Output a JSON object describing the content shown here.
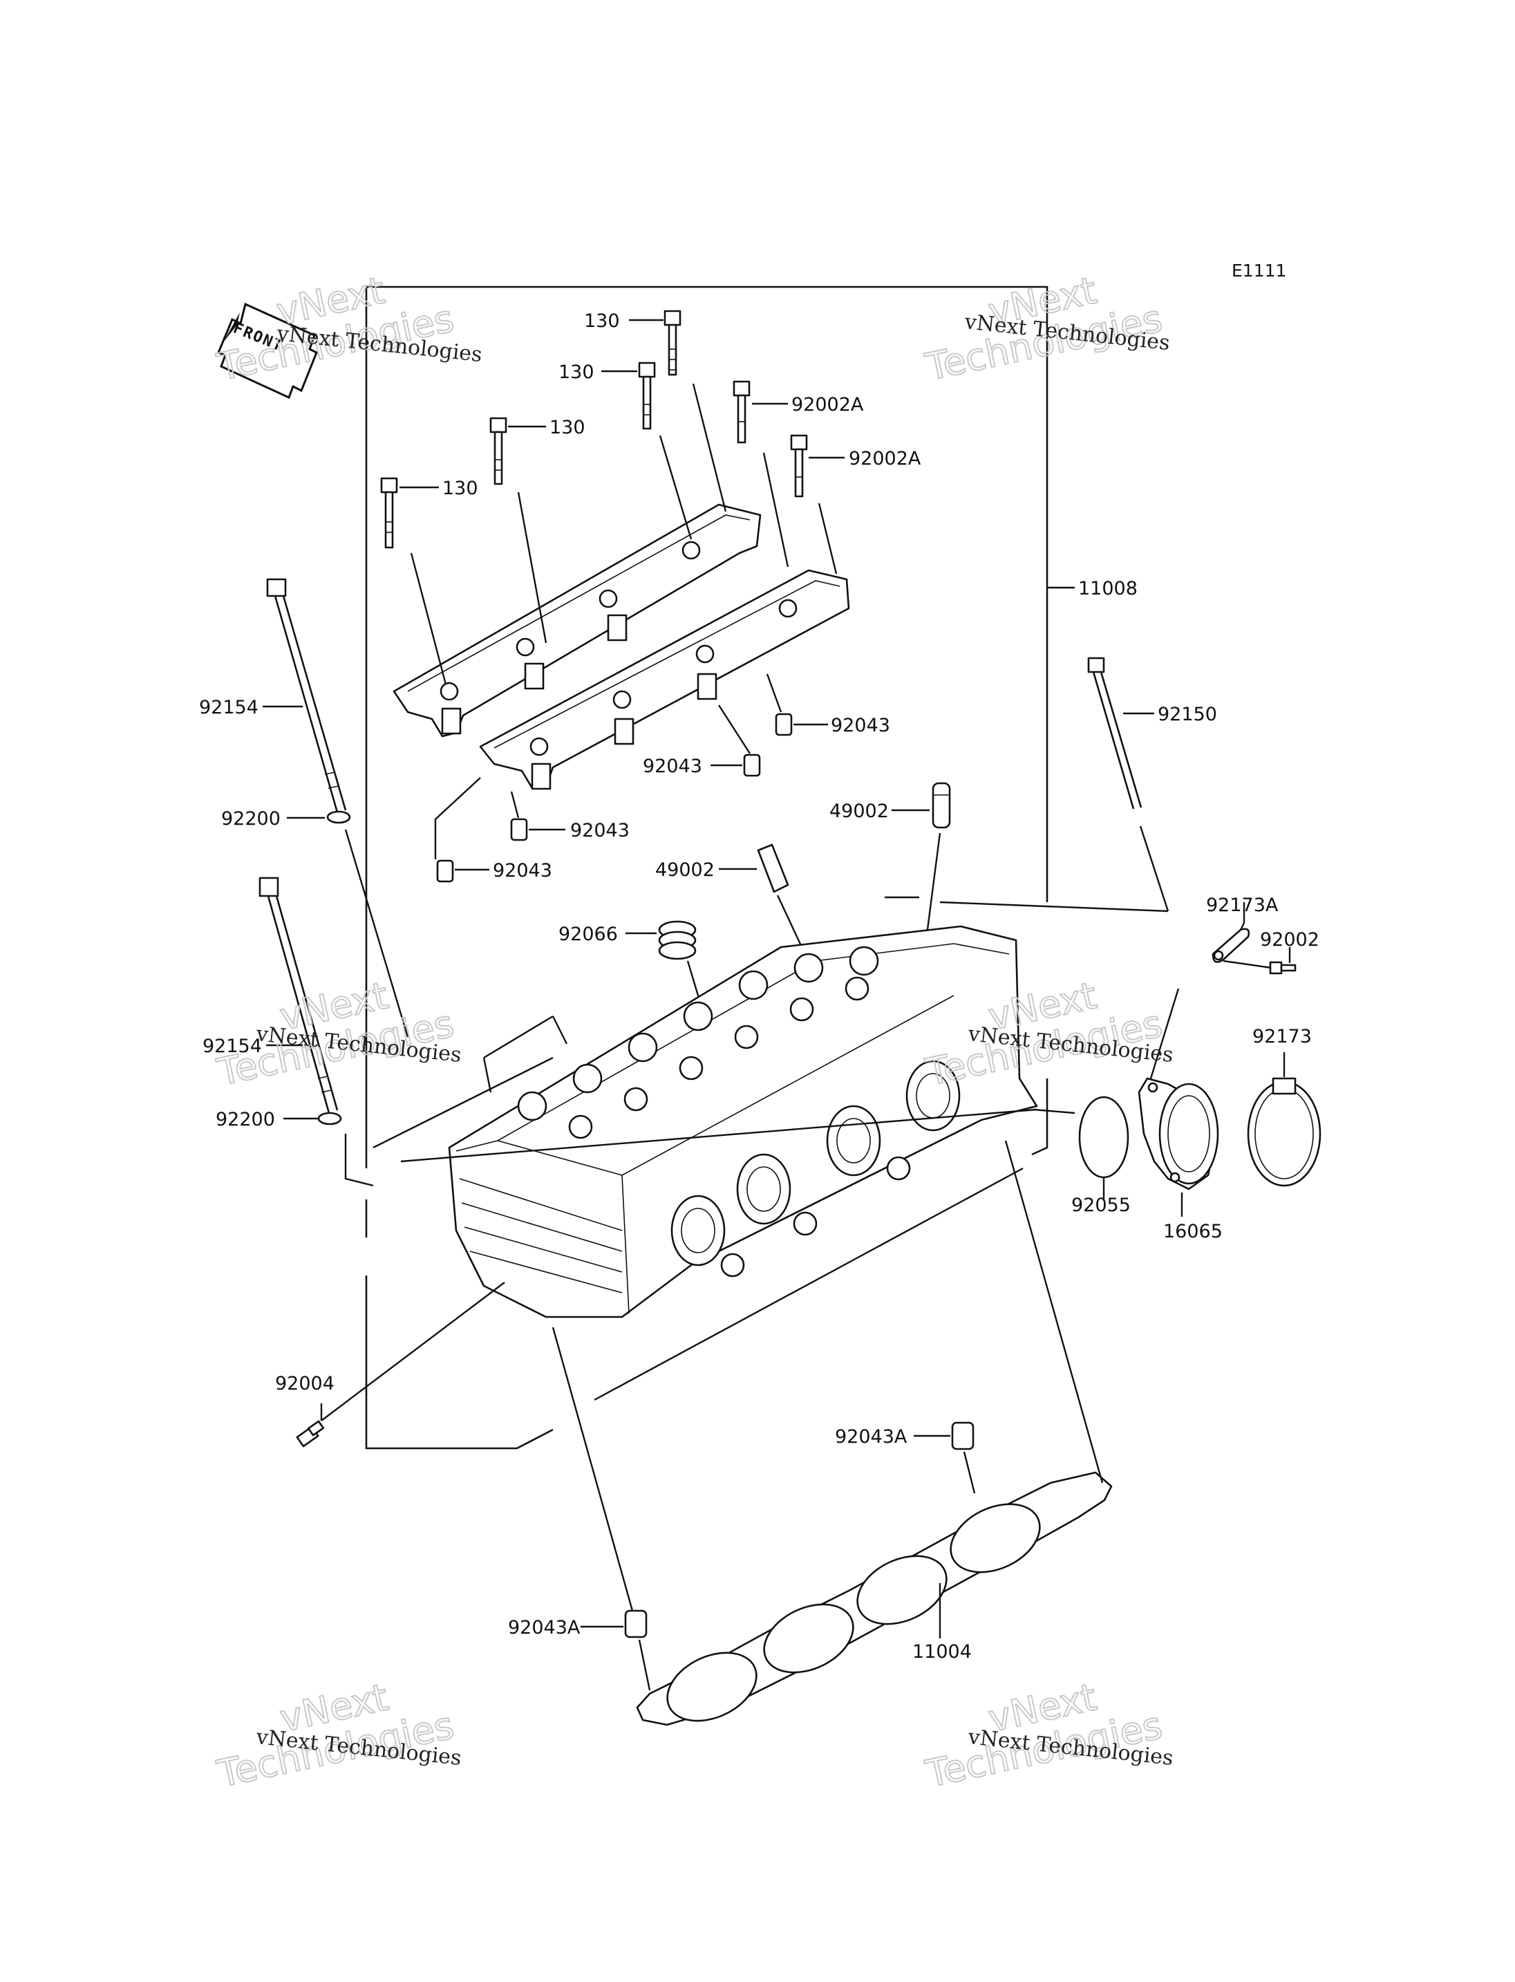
{
  "diagram_code": "E1111",
  "front_label": "FRONT",
  "watermark": {
    "line1": "vNext Technologies",
    "line2": "vNext",
    "line3": "Technologies"
  },
  "callouts": {
    "bolt_130_a": "130",
    "bolt_130_b": "130",
    "bolt_130_c": "130",
    "bolt_130_d": "130",
    "bolt_92002A_a": "92002A",
    "bolt_92002A_b": "92002A",
    "head_assembly": "11008",
    "stud_92154_a": "92154",
    "stud_92154_b": "92154",
    "washer_92200_a": "92200",
    "washer_92200_b": "92200",
    "stud_92150": "92150",
    "dowel_92043_a": "92043",
    "dowel_92043_b": "92043",
    "dowel_92043_c": "92043",
    "dowel_92043_d": "92043",
    "guide_49002_a": "49002",
    "guide_49002_b": "49002",
    "seal_92066": "92066",
    "clip_92173A": "92173A",
    "screw_92002": "92002",
    "clamp_92173": "92173",
    "oring_92055": "92055",
    "holder_16065": "16065",
    "plug_92004": "92004",
    "dowel_92043A_a": "92043A",
    "dowel_92043A_b": "92043A",
    "gasket_11004": "11004"
  }
}
